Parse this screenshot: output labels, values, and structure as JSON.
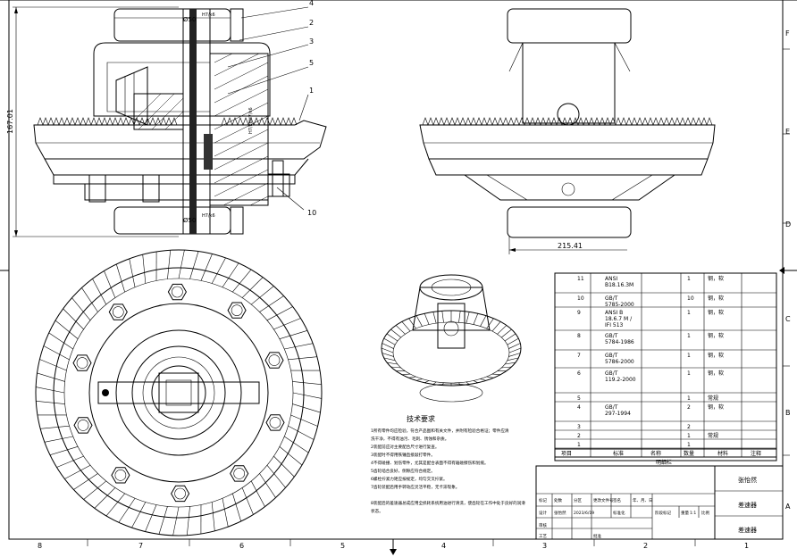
{
  "drawing": {
    "dim_height": "167.01",
    "dim_width": "215.41",
    "dim_bore_top": "Ø50",
    "dim_bore_bottom": "Ø50",
    "fit_top": "H7/k6",
    "fit_mid": "H7/k6",
    "fit_mid2": "H7/k6",
    "fit_bottom": "H7/k6"
  },
  "balloons": [
    "4",
    "2",
    "3",
    "5",
    "1",
    "10"
  ],
  "frame": {
    "cols": [
      "8",
      "7",
      "6",
      "5",
      "4",
      "3",
      "2",
      "1"
    ],
    "rows": [
      "F",
      "E",
      "D",
      "C",
      "B",
      "A"
    ]
  },
  "tech_req": {
    "title": "技术要求",
    "lines": [
      "1所有零件均应检验，符合产品图和有关文件，并附有检验合格证；零件应清",
      "洗干净，不得有油污、毛刺、锈蚀和杂质。",
      "2装配前应对主要配合尺寸进行复查。",
      "3装配时不得用铁锤直接敲打零件。",
      "4不得碰撞、划伤零件，尤其是配合表面不得有磕碰擦伤和划痕。",
      "5齿轮啮合良好，侧隙应符合规定。",
      "6螺栓拧紧力矩应按规定，均匀交叉拧紧。",
      "7齿轮装配后用手转动应灵活平稳，无卡滞现象。",
      "",
      "8装配后的差速器总成应用全损耗系统用油进行清洗，使齿轮在工作中处于良好的润滑",
      "状态。"
    ]
  },
  "bom": {
    "rows": [
      {
        "no": "11",
        "std": "ANSI B18.16.3M",
        "qty": "1",
        "mat": "钢，软"
      },
      {
        "no": "10",
        "std": "GB/T 5785-2000",
        "qty": "10",
        "mat": "钢，软"
      },
      {
        "no": "9",
        "std": "ANSI B 18.6.7 M / IFI 513",
        "qty": "1",
        "mat": "钢，软"
      },
      {
        "no": "8",
        "std": "GB/T 5784-1986",
        "qty": "1",
        "mat": "钢，软"
      },
      {
        "no": "7",
        "std": "GB/T 5786-2000",
        "qty": "1",
        "mat": "钢，软"
      },
      {
        "no": "6",
        "std": "GB/T 119.2-2000",
        "qty": "1",
        "mat": "钢，软"
      },
      {
        "no": "5",
        "std": "",
        "qty": "1",
        "mat": "常规"
      },
      {
        "no": "4",
        "std": "GB/T 297-1994",
        "qty": "2",
        "mat": "钢，软"
      },
      {
        "no": "3",
        "std": "",
        "qty": "2",
        "mat": ""
      },
      {
        "no": "2",
        "std": "",
        "qty": "1",
        "mat": "常规"
      },
      {
        "no": "1",
        "std": "",
        "qty": "1",
        "mat": ""
      }
    ],
    "headers": [
      "项目",
      "标准",
      "名称",
      "数量",
      "材料",
      "注释"
    ],
    "caption": "明细栏"
  },
  "title_block": {
    "designer": "张怡然",
    "name1": "差速器",
    "name2": "差速器",
    "cells": [
      "标记",
      "处数",
      "分区",
      "更改文件号",
      "签名",
      "年、月、日",
      "设计",
      "张怡然",
      "2023/6/19",
      "标准化",
      "阶段标记",
      "重量",
      "比例",
      "审核",
      "工艺",
      "批准"
    ],
    "scale": "1:1"
  }
}
